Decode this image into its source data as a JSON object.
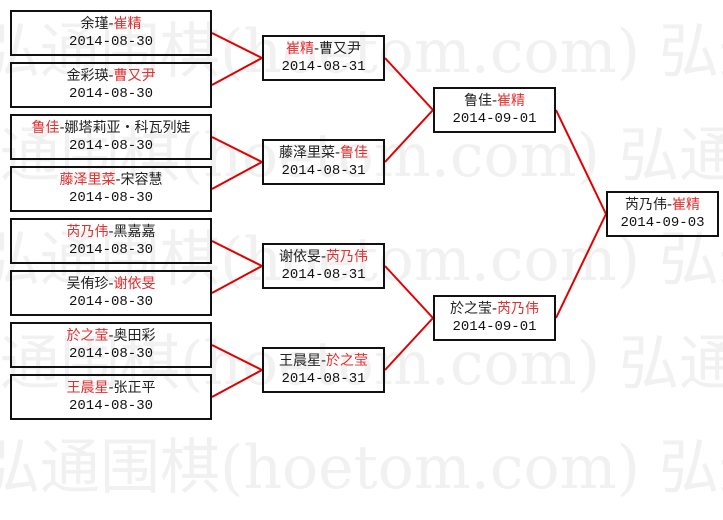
{
  "watermark": "弘通围棋(hoetom.com)",
  "colors": {
    "winner": "#e03030",
    "connector": "#e00000",
    "border": "#111111"
  },
  "separator": "-",
  "rounds": [
    [
      {
        "players": [
          "余瑾",
          "崔精"
        ],
        "winner": 1,
        "date": "2014-08-30"
      },
      {
        "players": [
          "金彩瑛",
          "曹又尹"
        ],
        "winner": 1,
        "date": "2014-08-30"
      },
      {
        "players": [
          "鲁佳",
          "娜塔莉亚・科瓦列娃"
        ],
        "winner": 0,
        "date": "2014-08-30"
      },
      {
        "players": [
          "藤泽里菜",
          "宋容慧"
        ],
        "winner": 0,
        "date": "2014-08-30"
      },
      {
        "players": [
          "芮乃伟",
          "黑嘉嘉"
        ],
        "winner": 0,
        "date": "2014-08-30"
      },
      {
        "players": [
          "吴侑珍",
          "谢依旻"
        ],
        "winner": 1,
        "date": "2014-08-30"
      },
      {
        "players": [
          "於之莹",
          "奥田彩"
        ],
        "winner": 0,
        "date": "2014-08-30"
      },
      {
        "players": [
          "王晨星",
          "张正平"
        ],
        "winner": 0,
        "date": "2014-08-30"
      }
    ],
    [
      {
        "players": [
          "崔精",
          "曹又尹"
        ],
        "winner": 0,
        "date": "2014-08-31"
      },
      {
        "players": [
          "藤泽里菜",
          "鲁佳"
        ],
        "winner": 1,
        "date": "2014-08-31"
      },
      {
        "players": [
          "谢依旻",
          "芮乃伟"
        ],
        "winner": 1,
        "date": "2014-08-31"
      },
      {
        "players": [
          "王晨星",
          "於之莹"
        ],
        "winner": 1,
        "date": "2014-08-31"
      }
    ],
    [
      {
        "players": [
          "鲁佳",
          "崔精"
        ],
        "winner": 1,
        "date": "2014-09-01"
      },
      {
        "players": [
          "於之莹",
          "芮乃伟"
        ],
        "winner": 1,
        "date": "2014-09-01"
      }
    ],
    [
      {
        "players": [
          "芮乃伟",
          "崔精"
        ],
        "winner": 1,
        "date": "2014-09-03"
      }
    ]
  ]
}
